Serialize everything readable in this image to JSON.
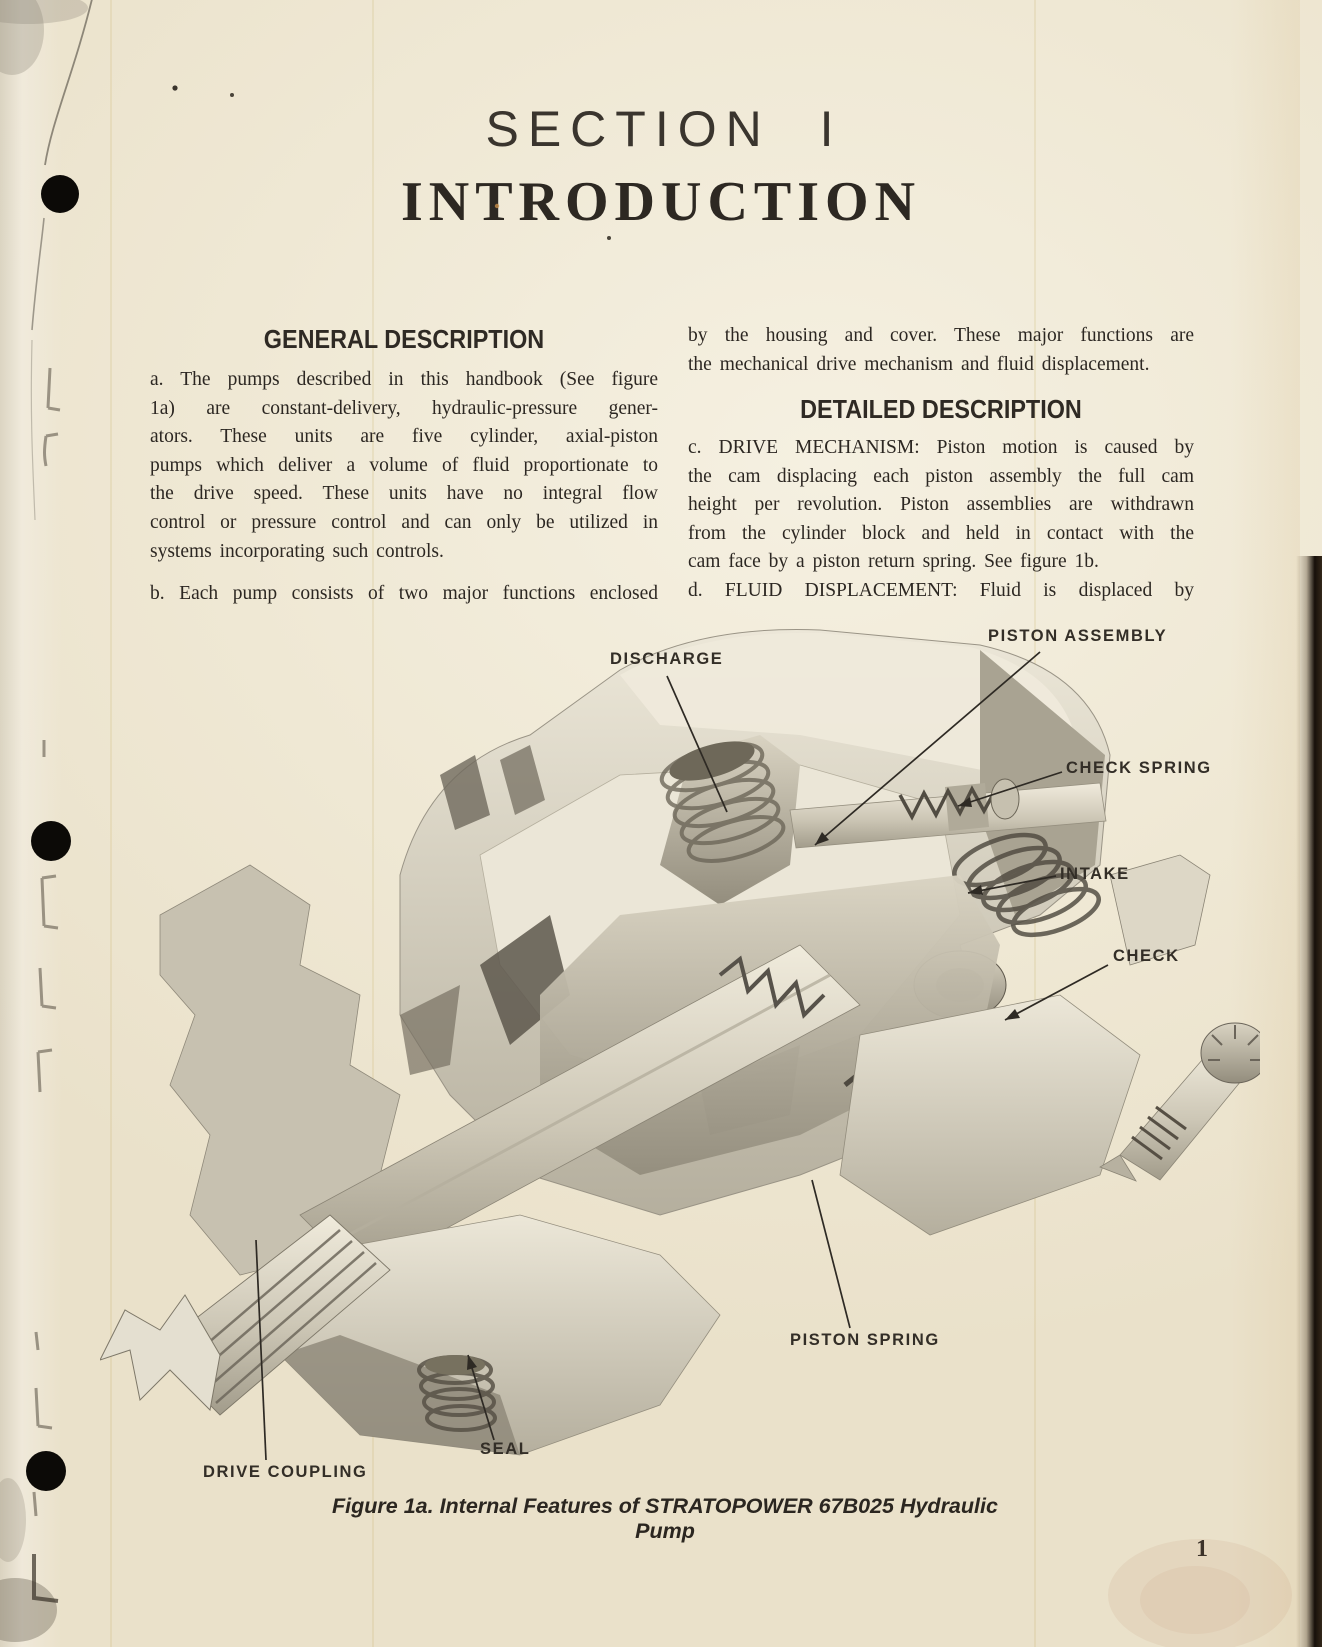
{
  "page": {
    "section_title": "SECTION I",
    "title": "INTRODUCTION",
    "page_number": "1"
  },
  "left_column": {
    "heading": "GENERAL DESCRIPTION",
    "para_a_lines": [
      "a.  The pumps described in this handbook (See figure",
      "1a)  are  constant-delivery,  hydraulic-pressure  gener-",
      "ators.    These  units  are  five  cylinder,  axial-piston",
      "pumps which deliver a volume of fluid proportionate to",
      "the  drive  speed.    These  units  have  no  integral  flow",
      "control or pressure control and can only be utilized in",
      "systems incorporating such controls."
    ],
    "para_b_lines": [
      "b.  Each pump consists of two major functions enclosed"
    ]
  },
  "right_column": {
    "para_b_cont_lines": [
      "by  the  housing  and  cover.    These  major  functions  are",
      "the mechanical drive mechanism and fluid displacement."
    ],
    "heading": "DETAILED DESCRIPTION",
    "para_c_lines": [
      "c.  DRIVE  MECHANISM:  Piston  motion  is  caused  by",
      "the  cam  displacing  each  piston  assembly  the  full  cam",
      "height per revolution.  Piston assemblies are withdrawn",
      "from  the  cylinder  block  and  held  in  contact  with  the",
      "cam face by a piston return spring.  See figure 1b."
    ],
    "para_d_lines": [
      "d.  FLUID  DISPLACEMENT:  Fluid  is  displaced  by"
    ]
  },
  "figure": {
    "caption": "Figure 1a.  Internal Features of STRATOPOWER 67B025 Hydraulic Pump",
    "labels": {
      "discharge": "DISCHARGE",
      "piston_assembly": "PISTON ASSEMBLY",
      "check_spring": "CHECK SPRING",
      "intake": "INTAKE",
      "check": "CHECK",
      "piston_spring": "PISTON SPRING",
      "seal": "SEAL",
      "drive_coupling": "DRIVE COUPLING"
    }
  },
  "colors": {
    "paper": "#efe8d5",
    "ink": "#2c2722",
    "scan_edge": "#17100a"
  }
}
